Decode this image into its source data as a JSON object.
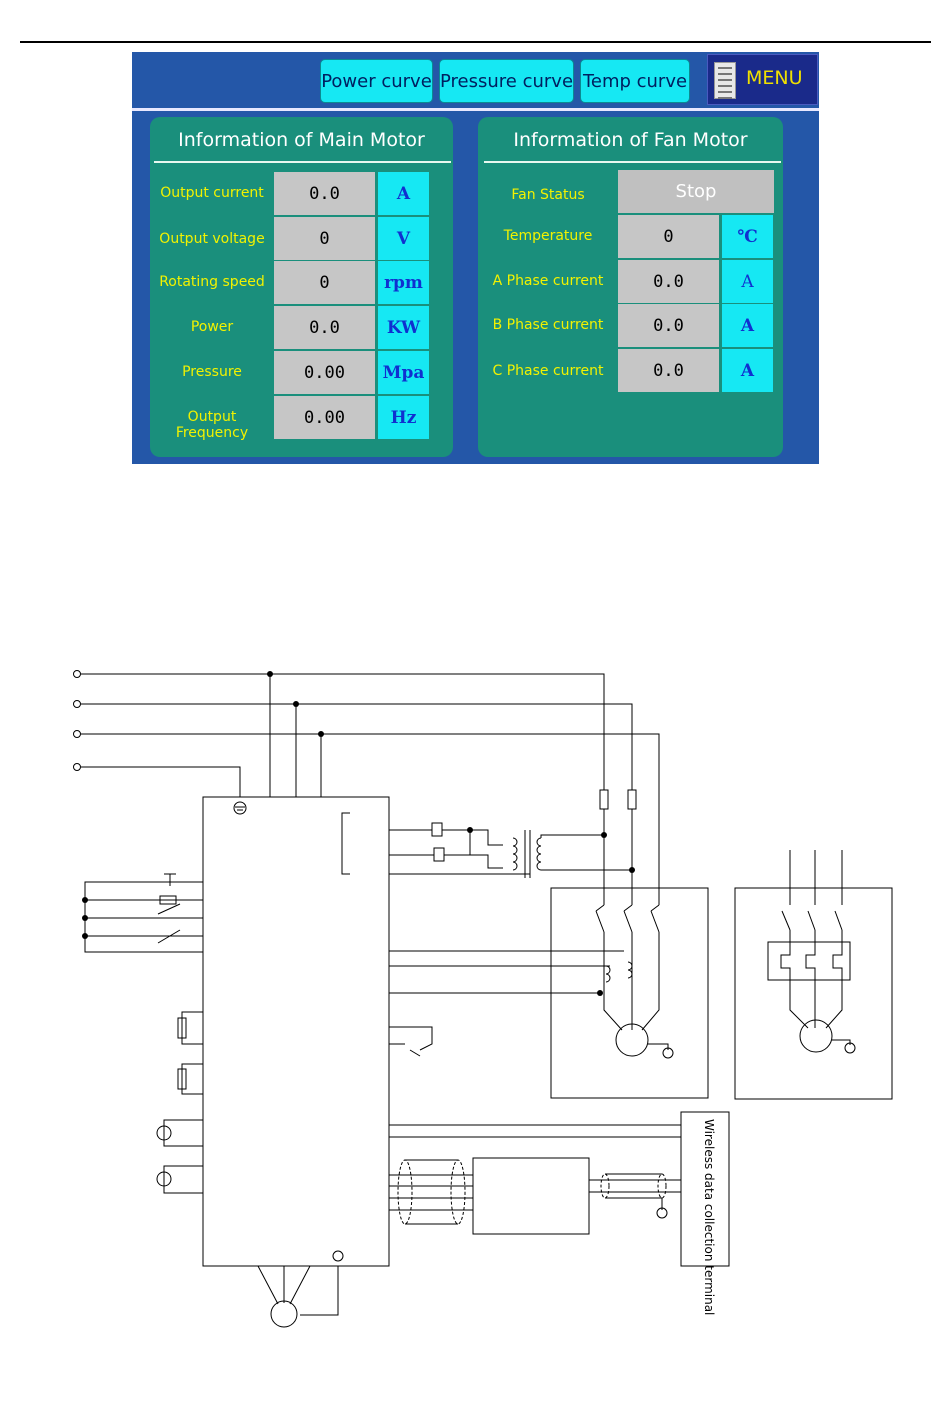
{
  "hmi": {
    "tabs": [
      "Power curve",
      "Pressure curve",
      "Temp curve"
    ],
    "menu_label": "MENU",
    "main_motor": {
      "title": "Information of Main Motor",
      "rows": [
        {
          "label": "Output current",
          "value": "0.0",
          "unit": "A"
        },
        {
          "label": "Output voltage",
          "value": "0",
          "unit": "V"
        },
        {
          "label": "Rotating speed",
          "value": "0",
          "unit": "rpm"
        },
        {
          "label": "Power",
          "value": "0.0",
          "unit": "KW"
        },
        {
          "label": "Pressure",
          "value": "0.00",
          "unit": "Mpa"
        },
        {
          "label": "Output Frequency",
          "value": "0.00",
          "unit": "Hz"
        }
      ]
    },
    "fan_motor": {
      "title": "Information of Fan Motor",
      "status_label": "Fan Status",
      "status_value": "Stop",
      "rows": [
        {
          "label": "Temperature",
          "value": "0",
          "unit": "℃"
        },
        {
          "label": "A Phase current",
          "value": "0.0",
          "unit": "A"
        },
        {
          "label": "B Phase current",
          "value": "0.0",
          "unit": "A"
        },
        {
          "label": "C Phase current",
          "value": "0.0",
          "unit": "A"
        }
      ]
    },
    "colors": {
      "background": "#2457a8",
      "panel": "#1a8f7c",
      "label": "#f2f200",
      "button": "#16e8f3",
      "value_box": "#c6c6c6"
    }
  },
  "diagram": {
    "terminal_label": "Wireless data collection terminal"
  }
}
